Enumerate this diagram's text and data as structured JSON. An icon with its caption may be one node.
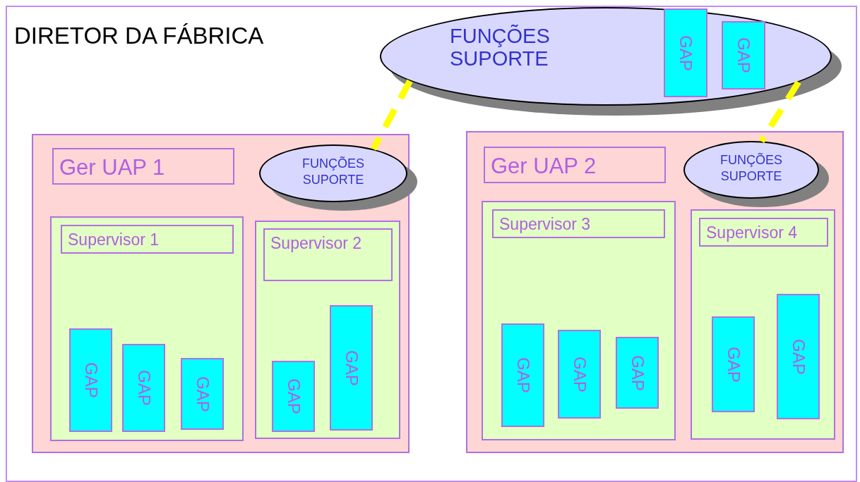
{
  "diagram": {
    "nodes": [
      {
        "text": [
          "DIRETOR DA FÁBRICA"
        ]
      },
      {
        "text": [
          "FUNÇÕES SUPORTE"
        ],
        "in": 0
      },
      {
        "text": [
          "GAP"
        ],
        "in": 1
      },
      {
        "text": [
          "GAP"
        ],
        "in": 1
      },
      {
        "text": [],
        "shape": "box",
        "in": 0
      },
      {
        "text": [
          "Ger UAP 1"
        ],
        "in": 4
      },
      {
        "text": [
          "FUNÇÕES SUPORTE"
        ],
        "in": 4
      },
      {
        "text": [],
        "shape": "box",
        "in": 4
      },
      {
        "text": [
          "Supervisor 1"
        ],
        "in": 7
      },
      {
        "text": [
          "GAP"
        ],
        "in": 7
      },
      {
        "text": [
          "GAP"
        ],
        "in": 7
      },
      {
        "text": [
          "GAP"
        ],
        "in": 7
      },
      {
        "text": [],
        "shape": "box",
        "in": 4
      },
      {
        "text": [
          "Supervisor 2"
        ],
        "in": 12
      },
      {
        "text": [
          "GAP"
        ],
        "in": 12
      },
      {
        "text": [
          "GAP"
        ],
        "in": 12
      },
      {
        "text": [],
        "shape": "box",
        "in": 0
      },
      {
        "text": [
          "Ger UAP 2"
        ],
        "in": 16
      },
      {
        "text": [
          "FUNÇÕES SUPORTE"
        ],
        "in": 16
      },
      {
        "text": [],
        "shape": "box",
        "in": 16
      },
      {
        "text": [
          "Supervisor 3"
        ],
        "in": 19
      },
      {
        "text": [
          "GAP"
        ],
        "in": 19
      },
      {
        "text": [
          "GAP"
        ],
        "in": 19
      },
      {
        "text": [
          "GAP"
        ],
        "in": 19
      },
      {
        "text": [],
        "shape": "box",
        "in": 16
      },
      {
        "text": [
          "Supervisor 4"
        ],
        "in": 24
      },
      {
        "text": [
          "GAP"
        ],
        "in": 24
      },
      {
        "text": [
          "GAP"
        ],
        "in": 24
      }
    ],
    "edges": [
      {
        "from": 1,
        "to": 6,
        "arrow": "none",
        "style": "dashed"
      },
      {
        "from": 1,
        "to": 18,
        "arrow": "none",
        "style": "dashed"
      }
    ]
  }
}
